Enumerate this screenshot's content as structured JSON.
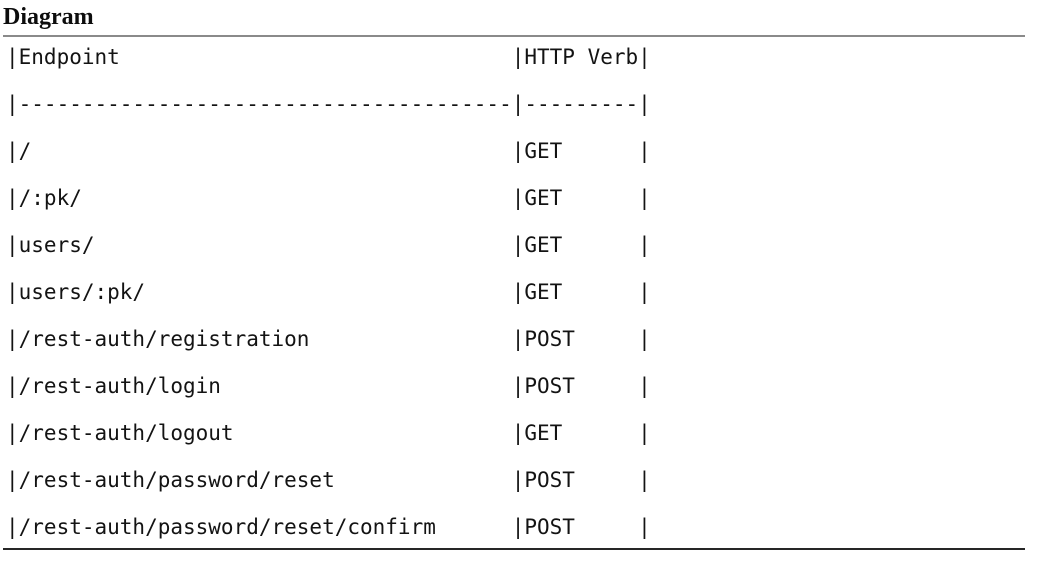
{
  "page": {
    "heading": "Diagram"
  },
  "table": {
    "delimiter": "|",
    "dash": "-",
    "columns": [
      {
        "label": "Endpoint",
        "width": 39
      },
      {
        "label": "HTTP Verb",
        "width": 9
      }
    ],
    "rows": [
      {
        "endpoint": "/",
        "verb": "GET"
      },
      {
        "endpoint": "/:pk/",
        "verb": "GET"
      },
      {
        "endpoint": "users/",
        "verb": "GET"
      },
      {
        "endpoint": "users/:pk/",
        "verb": "GET"
      },
      {
        "endpoint": "/rest-auth/registration",
        "verb": "POST"
      },
      {
        "endpoint": "/rest-auth/login",
        "verb": "POST"
      },
      {
        "endpoint": "/rest-auth/logout",
        "verb": "GET"
      },
      {
        "endpoint": "/rest-auth/password/reset",
        "verb": "POST"
      },
      {
        "endpoint": "/rest-auth/password/reset/confirm",
        "verb": "POST"
      }
    ]
  },
  "colors": {
    "background": "#ffffff",
    "text": "#131313",
    "heading": "#0d0d0d",
    "heading_rule": "#8a8a8a",
    "bottom_rule": "#262626"
  }
}
